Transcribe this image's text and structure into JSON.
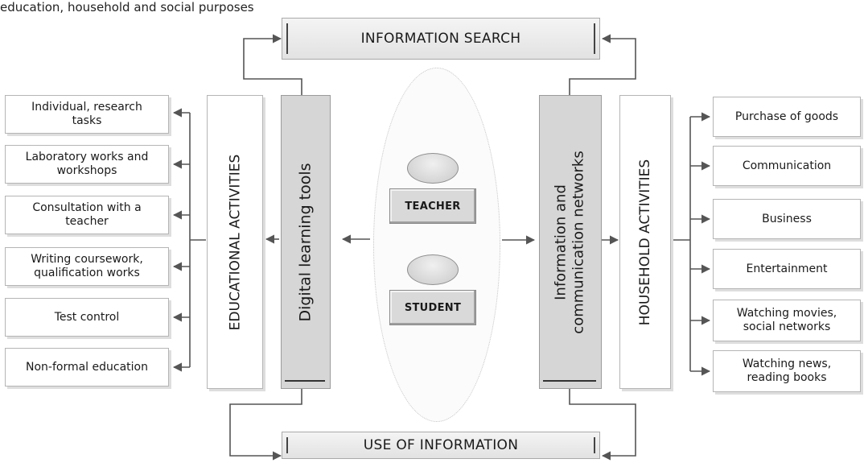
{
  "top_caption": "education, household and social purposes",
  "top_bar": "INFORMATION SEARCH",
  "bottom_bar": "USE OF INFORMATION",
  "center": {
    "teacher": "TEACHER",
    "student": "STUDENT"
  },
  "left_tool": "Digital learning tools",
  "left_category": "EDUCATIONAL ACTIVITIES",
  "right_tool_line1": "Information and",
  "right_tool_line2": "communication networks",
  "right_category": "HOUSEHOLD ACTIVITIES",
  "educational_items": [
    {
      "line1": "Individual, research",
      "line2": "tasks"
    },
    {
      "line1": "Laboratory works and",
      "line2": "workshops"
    },
    {
      "line1": "Consultation with a",
      "line2": "teacher"
    },
    {
      "line1": "Writing coursework,",
      "line2": "qualification works"
    },
    {
      "line1": "Test control",
      "line2": ""
    },
    {
      "line1": "Non-formal education",
      "line2": ""
    }
  ],
  "household_items": [
    {
      "line1": "Purchase of goods",
      "line2": ""
    },
    {
      "line1": "Communication",
      "line2": ""
    },
    {
      "line1": "Business",
      "line2": ""
    },
    {
      "line1": "Entertainment",
      "line2": ""
    },
    {
      "line1": "Watching movies,",
      "line2": "social networks"
    },
    {
      "line1": "Watching news,",
      "line2": "reading books"
    }
  ]
}
